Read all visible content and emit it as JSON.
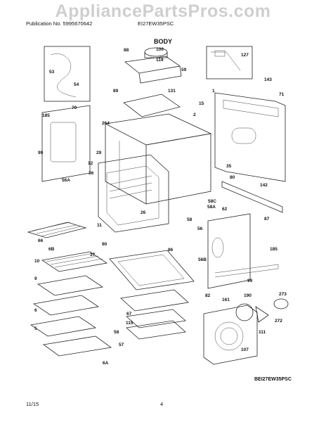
{
  "header": {
    "watermark": "AppliancePartsPros.com",
    "publication": "Publication No. 5995670642",
    "model": "EI27EW35PSC",
    "section_title": "BODY"
  },
  "footer": {
    "diagram_code": "BEI27EW35PSC",
    "date": "11/15",
    "page": "4"
  },
  "callouts": [
    "100",
    "88",
    "119",
    "59",
    "127",
    "53",
    "54",
    "89",
    "131",
    "143",
    "71",
    "1",
    "185",
    "70",
    "15",
    "264",
    "2",
    "99",
    "29",
    "12",
    "36",
    "35",
    "56A",
    "80",
    "142",
    "62",
    "58C",
    "56",
    "87",
    "58A",
    "26",
    "11",
    "58",
    "66",
    "90",
    "86",
    "56B",
    "185",
    "6B",
    "37",
    "10",
    "99",
    "82",
    "9",
    "161",
    "190",
    "273",
    "6",
    "67",
    "115",
    "272",
    "111",
    "5",
    "58",
    "57",
    "107",
    "6A"
  ]
}
